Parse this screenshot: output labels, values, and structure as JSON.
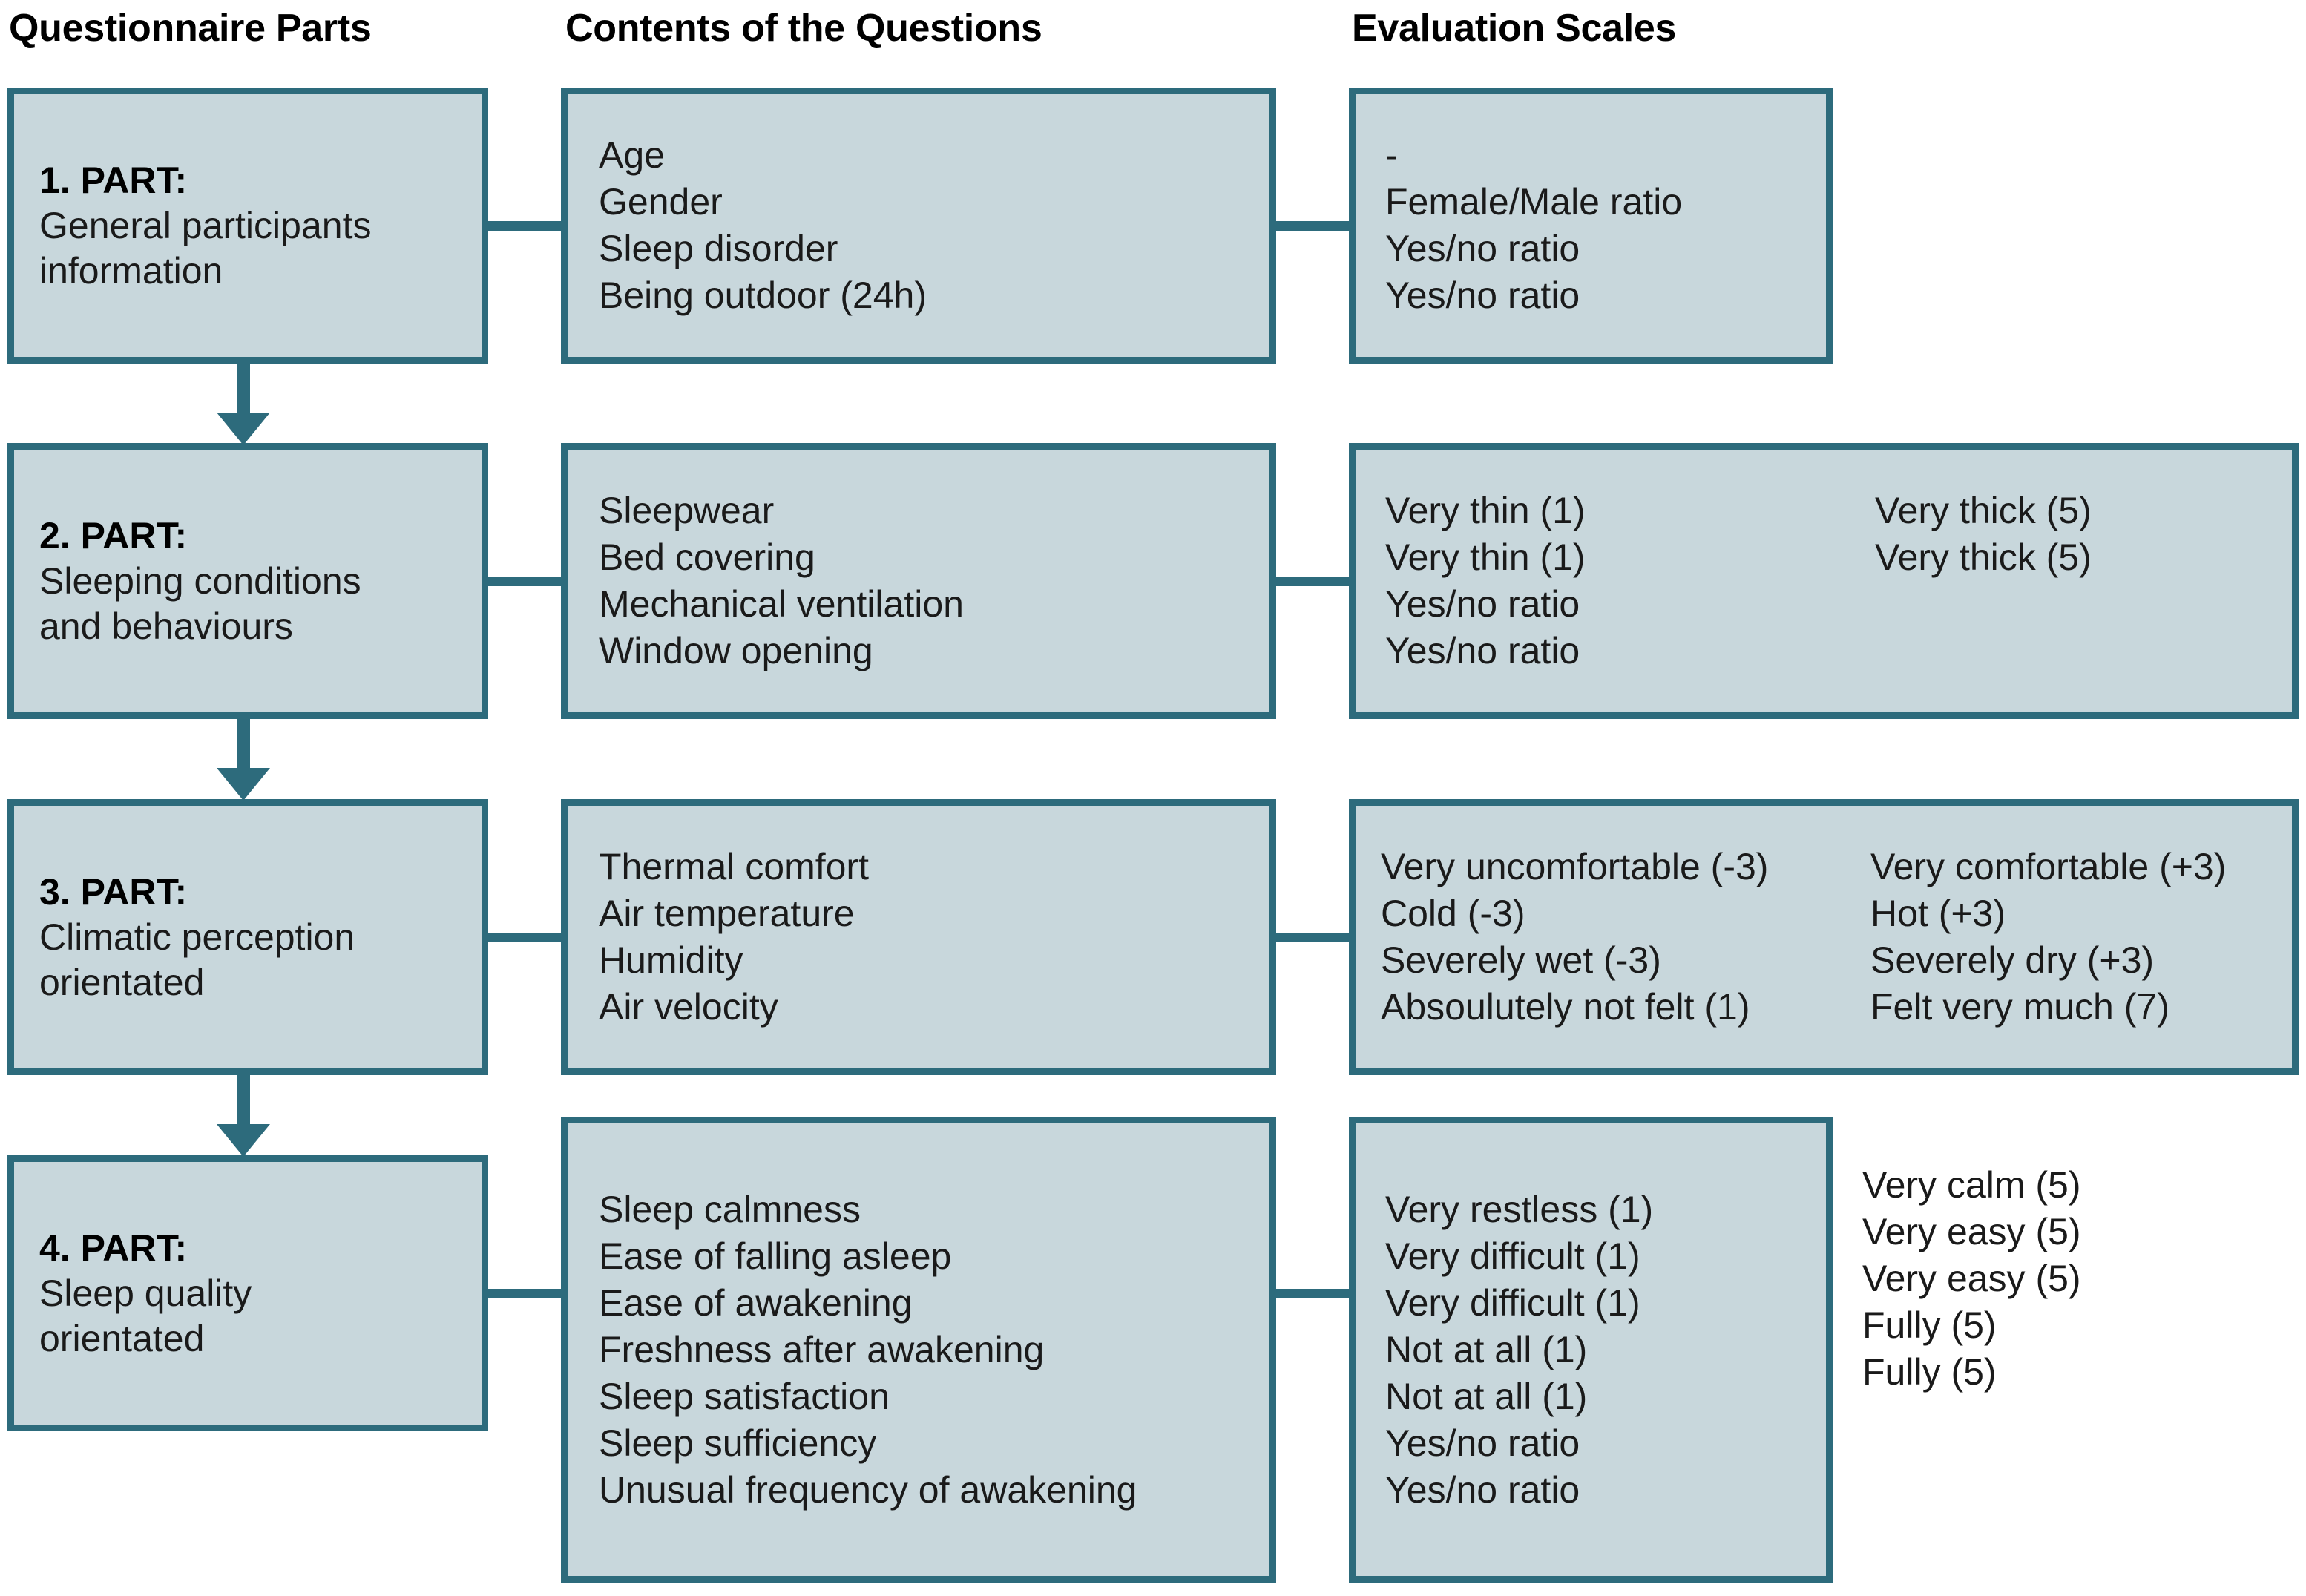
{
  "headers": {
    "parts": "Questionnaire Parts",
    "contents": "Contents of the Questions",
    "scales": "Evaluation Scales"
  },
  "rows": [
    {
      "part": {
        "title": "1. PART:",
        "desc_line1": "General participants",
        "desc_line2": "information"
      },
      "questions": [
        "Age",
        "Gender",
        "Sleep disorder",
        "Being outdoor (24h)"
      ],
      "scales_left": [
        "-",
        "Female/Male ratio",
        "Yes/no ratio",
        "Yes/no ratio"
      ],
      "scales_right": [
        "",
        "",
        "",
        ""
      ]
    },
    {
      "part": {
        "title": "2. PART:",
        "desc_line1": "Sleeping conditions",
        "desc_line2": "and behaviours"
      },
      "questions": [
        "Sleepwear",
        "Bed covering",
        "Mechanical ventilation",
        "Window opening"
      ],
      "scales_left": [
        "Very thin (1)",
        "Very thin (1)",
        "Yes/no ratio",
        "Yes/no ratio"
      ],
      "scales_right": [
        "Very thick (5)",
        "Very thick (5)",
        "",
        ""
      ]
    },
    {
      "part": {
        "title": "3. PART:",
        "desc_line1": "Climatic perception",
        "desc_line2": "orientated"
      },
      "questions": [
        "Thermal comfort",
        "Air temperature",
        "Humidity",
        "Air velocity"
      ],
      "scales_left": [
        "Very uncomfortable (-3)",
        "Cold (-3)",
        "Severely wet (-3)",
        "Absoulutely not felt (1)"
      ],
      "scales_right": [
        "Very comfortable (+3)",
        "Hot (+3)",
        "Severely dry (+3)",
        "Felt very much (7)"
      ]
    },
    {
      "part": {
        "title": "4. PART:",
        "desc_line1": "Sleep quality",
        "desc_line2": "orientated"
      },
      "questions": [
        "Sleep calmness",
        "Ease of falling asleep",
        "Ease of awakening",
        "Freshness after awakening",
        "Sleep satisfaction",
        "Sleep sufficiency",
        "Unusual frequency of awakening"
      ],
      "scales_left": [
        "Very restless (1)",
        "Very difficult (1)",
        "Very difficult (1)",
        "Not at all (1)",
        "Not at all (1)",
        "Yes/no ratio",
        "Yes/no ratio"
      ],
      "scales_right": [
        "Very calm (5)",
        "Very easy (5)",
        "Very easy (5)",
        "Fully (5)",
        "Fully (5)",
        "",
        ""
      ]
    }
  ],
  "colors": {
    "box_border": "#2d6b7c",
    "box_fill": "#c8d7dc",
    "connector": "#2d6b7c",
    "text": "#1a1a1a",
    "background": "#ffffff"
  }
}
